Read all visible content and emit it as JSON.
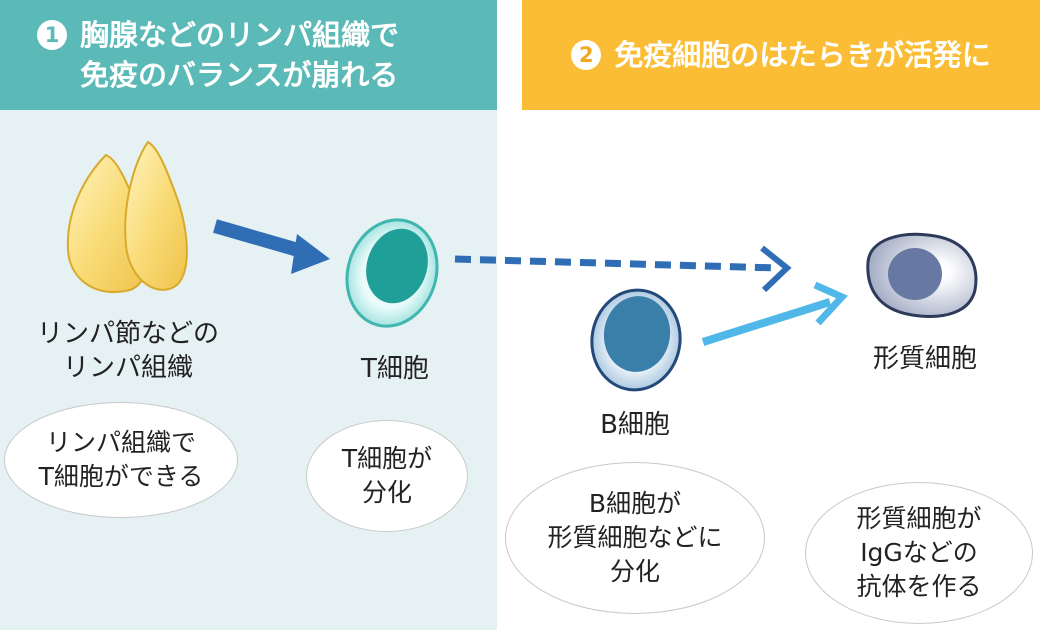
{
  "header_left": {
    "number": "1",
    "line1": "胸腺などのリンパ組織で",
    "line2": "免疫のバランスが崩れる"
  },
  "header_right": {
    "number": "2",
    "line1": "免疫細胞のはたらきが活発に"
  },
  "labels": {
    "lymph_line1": "リンパ節などの",
    "lymph_line2": "リンパ組織",
    "t_cell": "T細胞",
    "b_cell": "B細胞",
    "plasma_cell": "形質細胞"
  },
  "bubbles": {
    "bubble1": [
      "リンパ組織で",
      "T細胞ができる"
    ],
    "bubble2": [
      "T細胞が",
      "分化"
    ],
    "bubble3": [
      "B細胞が",
      "形質細胞などに",
      "分化"
    ],
    "bubble4": [
      "形質細胞が",
      "IgGなどの",
      "抗体を作る"
    ]
  },
  "colors": {
    "teal": "#5bbab7",
    "orange": "#fbbd36",
    "dark_blue_arrow": "#2f6db5",
    "light_blue_arrow": "#4fb8e8",
    "lymph_yellow": "#f7d466"
  }
}
